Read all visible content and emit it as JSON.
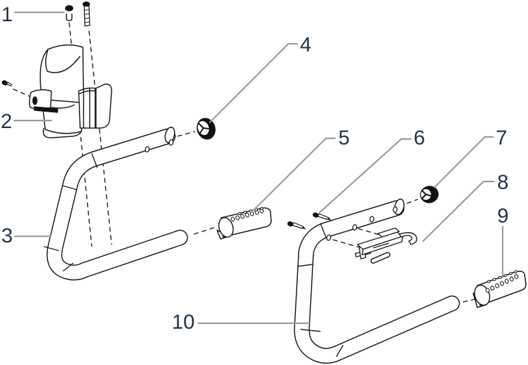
{
  "diagram": {
    "background": "#ffffff",
    "line_color": "#1a1a1a",
    "leader_color": "#9b9b9b",
    "label_color": "#223349",
    "cap_fill": "#111111",
    "labels": [
      {
        "text": "1"
      },
      {
        "text": "2"
      },
      {
        "text": "3"
      },
      {
        "text": "4"
      },
      {
        "text": "5"
      },
      {
        "text": "6"
      },
      {
        "text": "7"
      },
      {
        "text": "8"
      },
      {
        "text": "9"
      },
      {
        "text": "10"
      }
    ]
  }
}
